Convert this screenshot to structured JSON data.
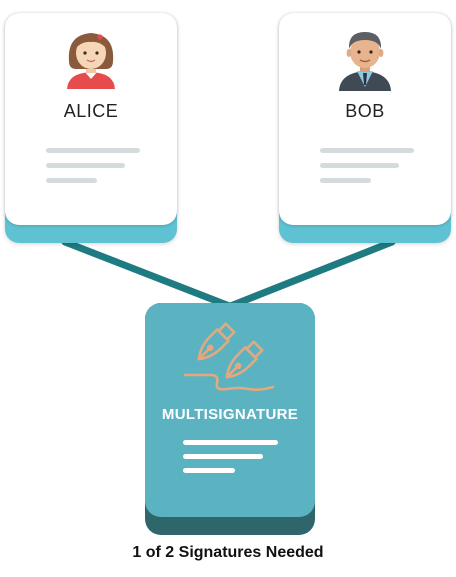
{
  "signers": [
    {
      "name": "ALICE",
      "avatar_icon": "woman-avatar-icon"
    },
    {
      "name": "BOB",
      "avatar_icon": "man-avatar-icon"
    }
  ],
  "multisig": {
    "title": "MULTISIGNATURE",
    "icon": "fountain-pens-icon"
  },
  "caption": "1 of 2 Signatures Needed",
  "colors": {
    "card_accent": "#5ec2d2",
    "multisig_face": "#5bb3c2",
    "multisig_base": "#2f666b",
    "connector": "#1f7b82",
    "pen": "#e4a87e"
  }
}
